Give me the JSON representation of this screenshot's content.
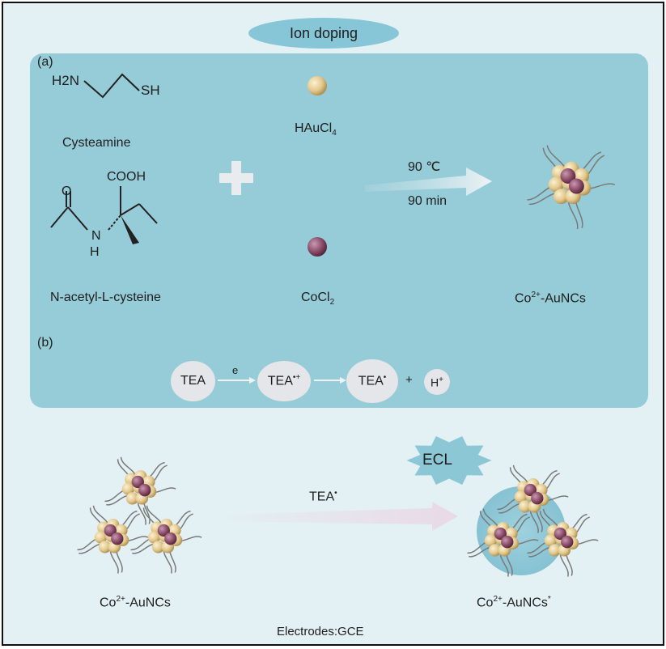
{
  "header": {
    "title": "Ion doping"
  },
  "panel_a": {
    "label": "(a)",
    "cysteamine": {
      "h2n": "H2N",
      "sh": "SH",
      "name": "Cysteamine"
    },
    "nac": {
      "cooh": "COOH",
      "o": "O",
      "n": "N",
      "h": "H",
      "name": "N-acetyl-L-cysteine"
    },
    "haucl4": {
      "main": "HAuCl",
      "sub": "4"
    },
    "cocl2": {
      "main": "CoCl",
      "sub": "2"
    },
    "condition_temp": "90 ℃",
    "condition_time": "90 min",
    "product": {
      "main": "Co",
      "sup": "2+",
      "rest": "-AuNCs"
    }
  },
  "panel_b": {
    "label": "(b)",
    "tea": "TEA",
    "e": "e",
    "tea_radical_cation": {
      "main": "TEA",
      "sup": "•+"
    },
    "tea_radical": {
      "main": "TEA",
      "sup": "•"
    },
    "plus": "+",
    "proton": {
      "main": "H",
      "sup": "+"
    }
  },
  "bottom": {
    "reagent": {
      "main": "TEA",
      "sup": "•"
    },
    "left_label": {
      "main": "Co",
      "sup": "2+",
      "rest": "-AuNCs"
    },
    "right_label": {
      "main": "Co",
      "sup": "2+",
      "rest": "-AuNCs",
      "star": "*"
    },
    "ecl": "ECL",
    "electrode": "Electrodes:GCE"
  },
  "colors": {
    "background": "#e3f0f4",
    "panel": "#96cbd8",
    "gold_particle": "#e7d09a",
    "cobalt_particle": "#8a4a68",
    "ligand": "#7a7a7a"
  }
}
